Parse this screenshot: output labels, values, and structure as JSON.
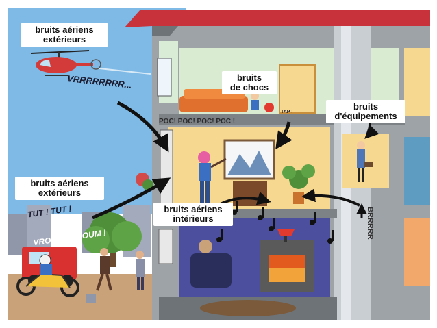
{
  "labels": {
    "exterior_top": [
      "bruits aériens",
      "extérieurs"
    ],
    "impact": [
      "bruits",
      "de chocs"
    ],
    "equipment": [
      "bruits",
      "d'équipements"
    ],
    "exterior_bottom": [
      "bruits aériens",
      "extérieurs"
    ],
    "interior": [
      "bruits aériens",
      "intérieurs"
    ]
  },
  "sounds": {
    "helicopter": "VRRRRRRRR...",
    "knocks": "POC! POC! POC! POC !",
    "tap": "TAP !",
    "horns": "TUT ! TUT !",
    "engine": "VROUM ! VROUM !",
    "pipe": "BRRRRR"
  },
  "colors": {
    "sky": "#7fb9e6",
    "roof": "#c8323a",
    "wall": "#9ea3a8",
    "room_living": "#d9ecd2",
    "room_music": "#f7d891",
    "room_basement": "#4b4f9e",
    "ground": "#c9a27a",
    "arrow": "#111111"
  }
}
